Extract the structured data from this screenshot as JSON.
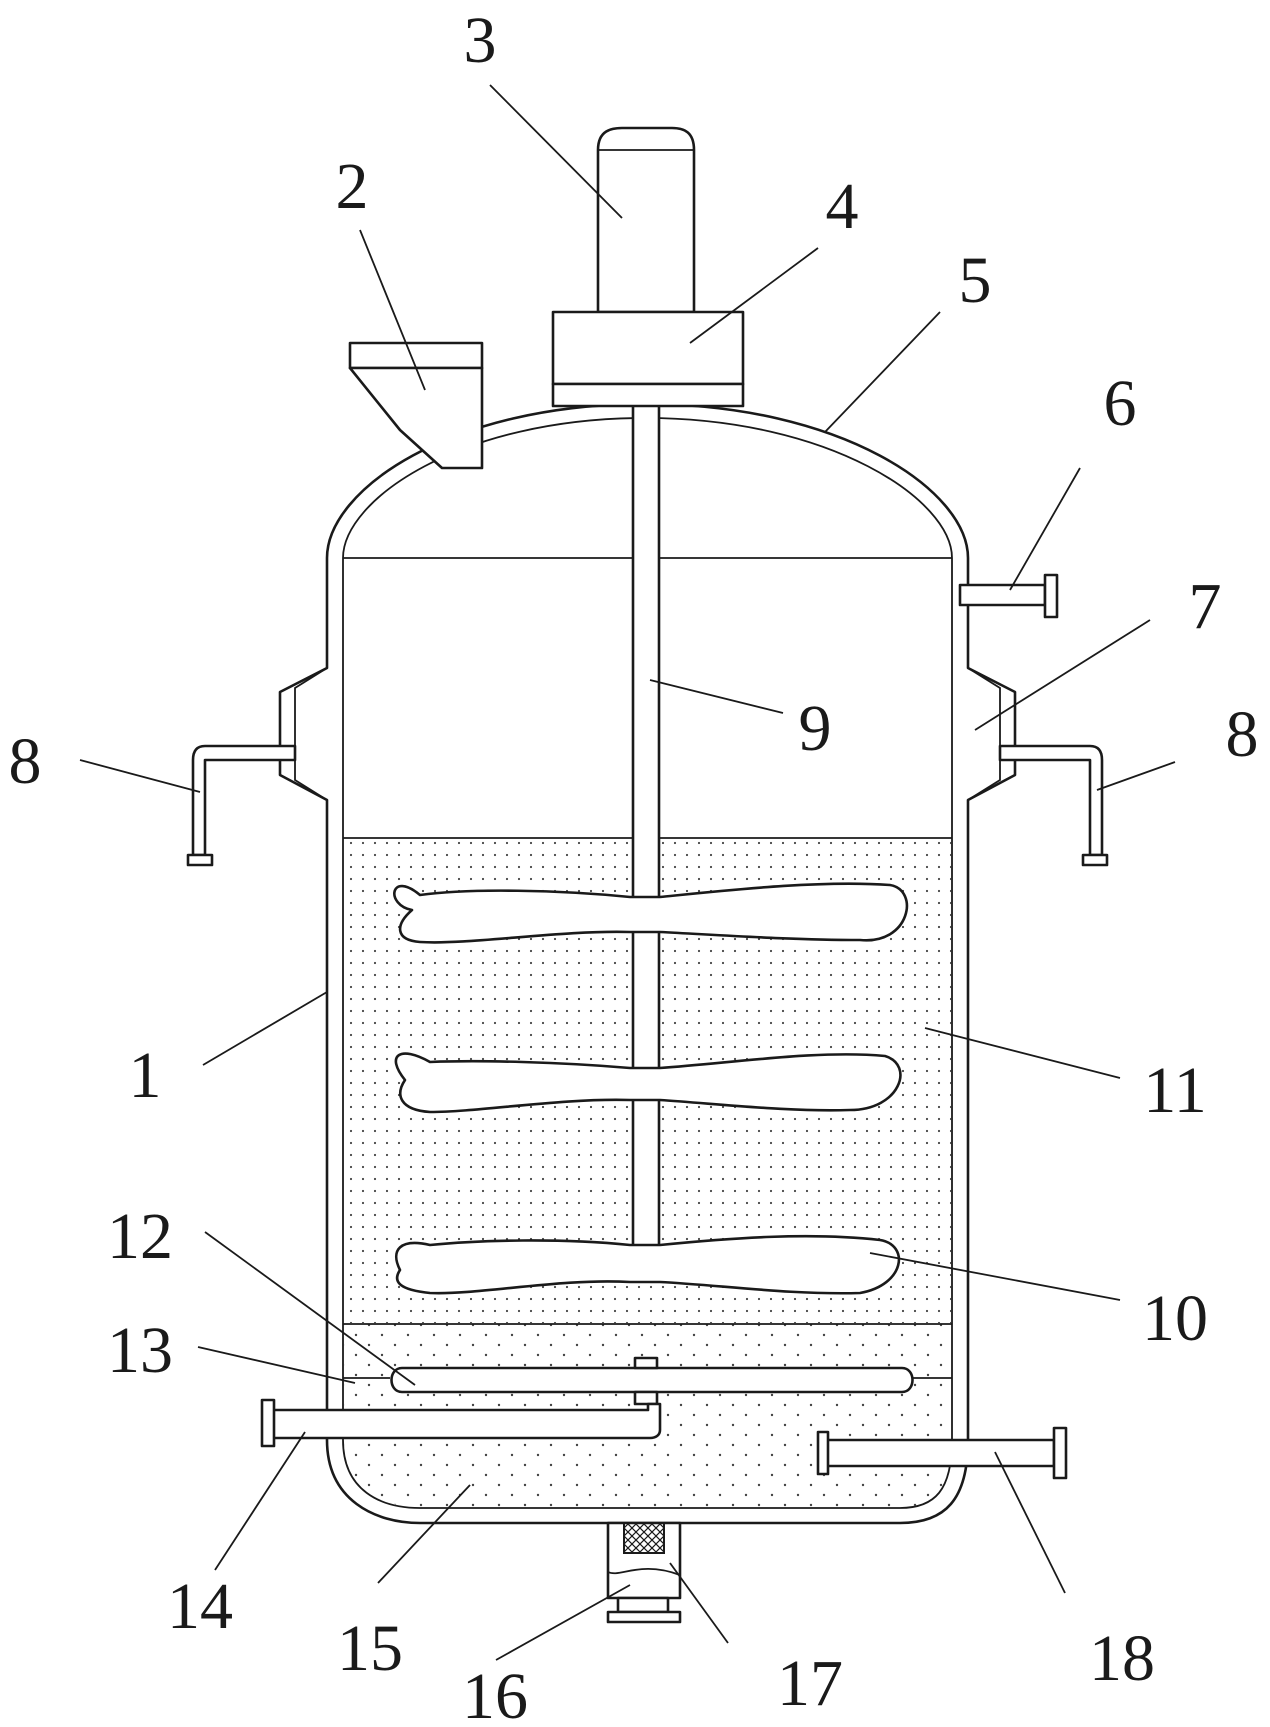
{
  "labels": [
    {
      "key": "1",
      "text": "1"
    },
    {
      "key": "2",
      "text": "2"
    },
    {
      "key": "3",
      "text": "3"
    },
    {
      "key": "4",
      "text": "4"
    },
    {
      "key": "5",
      "text": "5"
    },
    {
      "key": "6",
      "text": "6"
    },
    {
      "key": "7",
      "text": "7"
    },
    {
      "key": "8a",
      "text": "8"
    },
    {
      "key": "8b",
      "text": "8"
    },
    {
      "key": "9",
      "text": "9"
    },
    {
      "key": "10",
      "text": "10"
    },
    {
      "key": "11",
      "text": "11"
    },
    {
      "key": "12",
      "text": "12"
    },
    {
      "key": "13",
      "text": "13"
    },
    {
      "key": "14",
      "text": "14"
    },
    {
      "key": "15",
      "text": "15"
    },
    {
      "key": "16",
      "text": "16"
    },
    {
      "key": "17",
      "text": "17"
    },
    {
      "key": "18",
      "text": "18"
    }
  ]
}
